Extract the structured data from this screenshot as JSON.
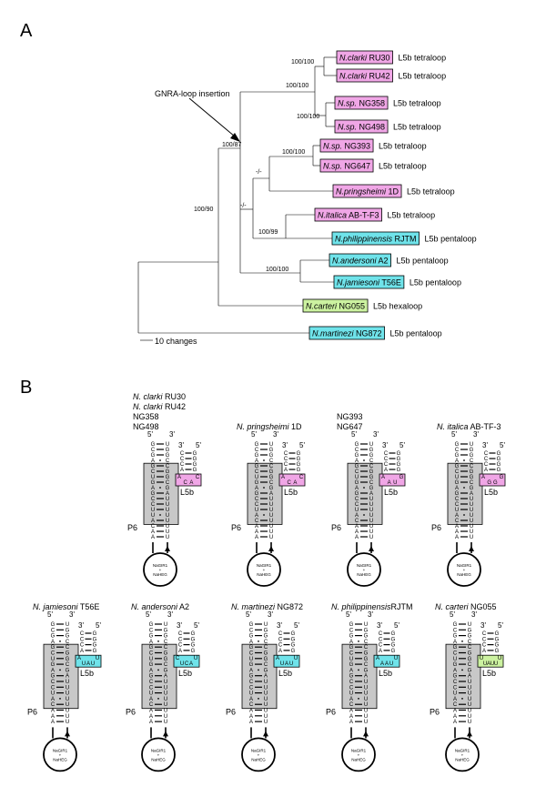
{
  "panels": {
    "a": "A",
    "b": "B"
  },
  "tree": {
    "annotation": "GNRA-loop insertion",
    "scale_label": "10 changes",
    "support": {
      "root_clade": "100/90",
      "gnra_clade": "100/87",
      "clarki_group": "100/100",
      "clarki_pair": "100/100",
      "ng_pair": "100/100",
      "ng393_pair": "100/100",
      "dash1": "-/-",
      "dash2": "-/-",
      "italica_phil": "100/99",
      "and_jam": "100/100"
    },
    "tips": [
      {
        "genus": "N.",
        "species": "clarki",
        "strain": "RU30",
        "loop": "L5b tetraloop",
        "color": "#f0a6e6"
      },
      {
        "genus": "N.",
        "species": "clarki",
        "strain": "RU42",
        "loop": "L5b tetraloop",
        "color": "#f0a6e6"
      },
      {
        "genus": "N.",
        "species": "sp.",
        "strain": "NG358",
        "loop": "L5b tetraloop",
        "color": "#f0a6e6"
      },
      {
        "genus": "N.",
        "species": "sp.",
        "strain": "NG498",
        "loop": "L5b tetraloop",
        "color": "#f0a6e6"
      },
      {
        "genus": "N.",
        "species": "sp.",
        "strain": "NG393",
        "loop": "L5b tetraloop",
        "color": "#f0a6e6"
      },
      {
        "genus": "N.",
        "species": "sp.",
        "strain": "NG647",
        "loop": "L5b tetraloop",
        "color": "#f0a6e6"
      },
      {
        "genus": "N.",
        "species": "pringsheimi",
        "strain": "1D",
        "loop": "L5b tetraloop",
        "color": "#f0a6e6"
      },
      {
        "genus": "N.",
        "species": "italica",
        "strain": "AB-T-F3",
        "loop": "L5b tetraloop",
        "color": "#f0a6e6"
      },
      {
        "genus": "N.",
        "species": "philippinensis",
        "strain": "RJTM",
        "loop": "L5b pentaloop",
        "color": "#6fe3ea"
      },
      {
        "genus": "N.",
        "species": "andersoni",
        "strain": "A2",
        "loop": "L5b pentaloop",
        "color": "#6fe3ea"
      },
      {
        "genus": "N.",
        "species": "jamiesoni",
        "strain": "T56E",
        "loop": "L5b pentaloop",
        "color": "#6fe3ea"
      },
      {
        "genus": "N.",
        "species": "carteri",
        "strain": "NG055",
        "loop": "L5b hexaloop",
        "color": "#ccf2a0"
      },
      {
        "genus": "N.",
        "species": "martinezi",
        "strain": "NG872",
        "loop": "L5b pentaloop",
        "color": "#6fe3ea"
      }
    ]
  },
  "structure_labels": {
    "p6": "P6",
    "l5b": "L5b",
    "five": "5'",
    "three": "3'",
    "core": [
      "NaGIR1",
      "+",
      "NaHEG"
    ]
  },
  "structures": [
    {
      "title_lines": [
        {
          "it": "N. clarki",
          "rm": " RU30"
        },
        {
          "it": "N. clarki",
          "rm": " RU42"
        },
        {
          "it": "",
          "rm": "NG358"
        },
        {
          "it": "",
          "rm": "NG498"
        }
      ],
      "stem_left": [
        "G",
        "C",
        "G",
        "A",
        "G",
        "C",
        "U",
        "G",
        "A",
        "G",
        "C",
        "C",
        "U",
        "U",
        "A",
        "C",
        "A",
        "A"
      ],
      "stem_right": [
        "U",
        "G",
        "G",
        "C",
        "C",
        "G",
        "G",
        "C",
        "G",
        "A",
        "U",
        "U",
        "U",
        "U",
        "U",
        "U",
        "U",
        "U"
      ],
      "hairpin_left": [
        "C",
        "C",
        "C",
        "A"
      ],
      "hairpin_right": [
        "G",
        "G",
        "G",
        "G"
      ],
      "loop": [
        "A",
        "C",
        "A",
        "C"
      ],
      "color": "#f0a6e6"
    },
    {
      "title_lines": [
        {
          "it": "N. pringsheimi",
          "rm": " 1D"
        }
      ],
      "stem_left": [
        "G",
        "C",
        "G",
        "A",
        "G",
        "C",
        "U",
        "G",
        "A",
        "G",
        "C",
        "C",
        "U",
        "A",
        "C",
        "A",
        "A",
        "A"
      ],
      "stem_right": [
        "U",
        "G",
        "G",
        "C",
        "C",
        "G",
        "G",
        "C",
        "G",
        "A",
        "U",
        "U",
        "U",
        "U",
        "U",
        "U",
        "U",
        "U"
      ],
      "hairpin_left": [
        "C",
        "C",
        "C",
        "A"
      ],
      "hairpin_right": [
        "G",
        "G",
        "G",
        "G"
      ],
      "loop": [
        "A",
        "C",
        "A",
        "C"
      ],
      "color": "#f0a6e6"
    },
    {
      "title_lines": [
        {
          "it": "",
          "rm": "NG393"
        },
        {
          "it": "",
          "rm": "NG647"
        }
      ],
      "stem_left": [
        "G",
        "C",
        "G",
        "A",
        "G",
        "C",
        "U",
        "G",
        "A",
        "G",
        "C",
        "C",
        "U",
        "A",
        "C",
        "A",
        "A",
        "A"
      ],
      "stem_right": [
        "U",
        "G",
        "G",
        "C",
        "C",
        "G",
        "G",
        "C",
        "G",
        "A",
        "U",
        "U",
        "U",
        "U",
        "U",
        "U",
        "U",
        "U"
      ],
      "hairpin_left": [
        "C",
        "C",
        "C",
        "A"
      ],
      "hairpin_right": [
        "G",
        "G",
        "G",
        "G"
      ],
      "loop": [
        "A",
        "A",
        "U",
        "G"
      ],
      "color": "#f0a6e6"
    },
    {
      "title_lines": [
        {
          "it": "N. italica",
          "rm": " AB-TF-3"
        }
      ],
      "stem_left": [
        "G",
        "C",
        "G",
        "A",
        "G",
        "C",
        "U",
        "G",
        "A",
        "G",
        "C",
        "C",
        "U",
        "A",
        "C",
        "A",
        "A",
        "A"
      ],
      "stem_right": [
        "U",
        "G",
        "G",
        "C",
        "C",
        "G",
        "G",
        "C",
        "G",
        "A",
        "U",
        "U",
        "U",
        "U",
        "U",
        "U",
        "U",
        "U"
      ],
      "hairpin_left": [
        "C",
        "C",
        "C",
        "A"
      ],
      "hairpin_right": [
        "G",
        "G",
        "G",
        "G"
      ],
      "loop": [
        "A",
        "G",
        "G",
        "G"
      ],
      "color": "#f0a6e6"
    },
    {
      "title_lines": [
        {
          "it": "N. jamiesoni",
          "rm": " T56E"
        }
      ],
      "stem_left": [
        "G",
        "C",
        "G",
        "A",
        "G",
        "C",
        "U",
        "G",
        "A",
        "G",
        "C",
        "C",
        "U",
        "A",
        "C",
        "A",
        "A",
        "A"
      ],
      "stem_right": [
        "U",
        "G",
        "G",
        "C",
        "C",
        "G",
        "G",
        "C",
        "G",
        "A",
        "U",
        "U",
        "U",
        "U",
        "U",
        "U",
        "U",
        "U"
      ],
      "hairpin_left": [
        "C",
        "C",
        "C",
        "A"
      ],
      "hairpin_right": [
        "G",
        "G",
        "G",
        "G"
      ],
      "loop": [
        "A",
        "U",
        "A",
        "U",
        "U"
      ],
      "color": "#6fe3ea"
    },
    {
      "title_lines": [
        {
          "it": "N. andersoni",
          "rm": " A2"
        }
      ],
      "stem_left": [
        "G",
        "C",
        "G",
        "A",
        "G",
        "C",
        "U",
        "G",
        "A",
        "G",
        "C",
        "C",
        "U",
        "A",
        "C",
        "A",
        "A",
        "A"
      ],
      "stem_right": [
        "U",
        "G",
        "G",
        "C",
        "C",
        "G",
        "G",
        "C",
        "G",
        "A",
        "U",
        "U",
        "U",
        "U",
        "U",
        "U",
        "U",
        "U"
      ],
      "hairpin_left": [
        "C",
        "C",
        "C",
        "A"
      ],
      "hairpin_right": [
        "G",
        "G",
        "G",
        "G"
      ],
      "loop": [
        "C",
        "U",
        "C",
        "A",
        "U"
      ],
      "color": "#6fe3ea"
    },
    {
      "title_lines": [
        {
          "it": "N. martinezi",
          "rm": "  NG872"
        }
      ],
      "stem_left": [
        "G",
        "C",
        "G",
        "A",
        "G",
        "C",
        "U",
        "G",
        "A",
        "G",
        "C",
        "C",
        "U",
        "A",
        "C",
        "A",
        "A",
        "A"
      ],
      "stem_right": [
        "U",
        "G",
        "G",
        "C",
        "C",
        "G",
        "G",
        "C",
        "G",
        "A",
        "U",
        "U",
        "U",
        "U",
        "U",
        "U",
        "U",
        "U"
      ],
      "hairpin_left": [
        "C",
        "C",
        "C",
        "A"
      ],
      "hairpin_right": [
        "G",
        "G",
        "G",
        "G"
      ],
      "loop": [
        "A",
        "U",
        "A",
        "U",
        "U"
      ],
      "color": "#6fe3ea"
    },
    {
      "title_lines": [
        {
          "it": "N. philippinensis",
          "rm": "RJTM"
        }
      ],
      "stem_left": [
        "G",
        "C",
        "G",
        "A",
        "G",
        "C",
        "U",
        "G",
        "A",
        "G",
        "C",
        "C",
        "U",
        "A",
        "C",
        "A",
        "A",
        "A"
      ],
      "stem_right": [
        "U",
        "G",
        "G",
        "C",
        "C",
        "G",
        "G",
        "C",
        "G",
        "A",
        "U",
        "U",
        "U",
        "U",
        "U",
        "U",
        "U",
        "U"
      ],
      "hairpin_left": [
        "C",
        "C",
        "C",
        "A"
      ],
      "hairpin_right": [
        "G",
        "G",
        "G",
        "G"
      ],
      "loop": [
        "A",
        "A",
        "A",
        "U",
        "U"
      ],
      "color": "#6fe3ea"
    },
    {
      "title_lines": [
        {
          "it": "N. carteri",
          "rm": " NG055"
        }
      ],
      "stem_left": [
        "G",
        "C",
        "G",
        "A",
        "G",
        "C",
        "U",
        "G",
        "A",
        "G",
        "C",
        "C",
        "U",
        "A",
        "C",
        "A",
        "A",
        "A"
      ],
      "stem_right": [
        "U",
        "G",
        "G",
        "C",
        "C",
        "G",
        "G",
        "C",
        "G",
        "A",
        "U",
        "U",
        "U",
        "U",
        "U",
        "U",
        "U",
        "U"
      ],
      "hairpin_left": [
        "C",
        "C",
        "C",
        "A"
      ],
      "hairpin_right": [
        "G",
        "G",
        "G",
        "G"
      ],
      "loop": [
        "U",
        "U",
        "A",
        "U",
        "U",
        "U"
      ],
      "color": "#ccf2a0"
    }
  ]
}
